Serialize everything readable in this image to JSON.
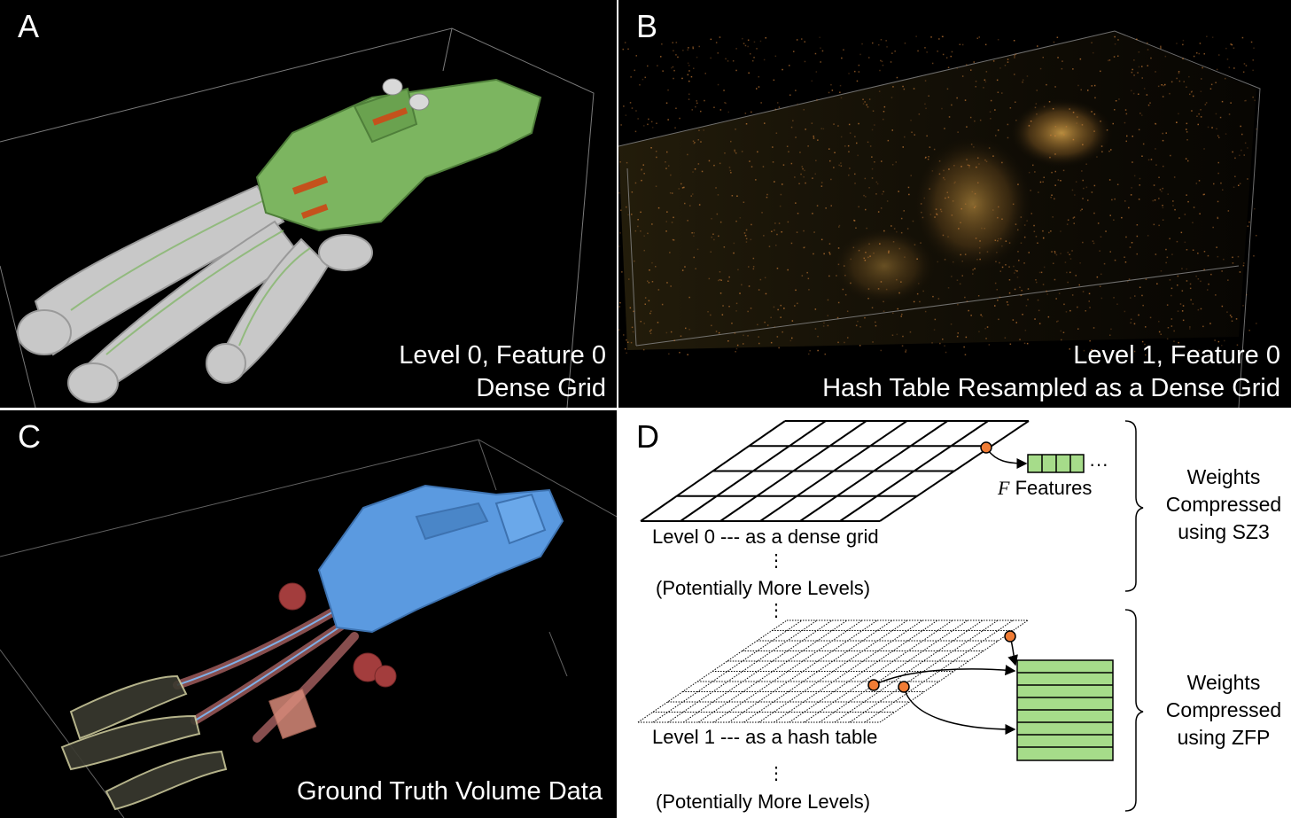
{
  "panels": {
    "a": {
      "letter": "A",
      "caption_line1": "Level 0, Feature 0",
      "caption_line2": "Dense Grid"
    },
    "b": {
      "letter": "B",
      "caption_line1": "Level 1, Feature 0",
      "caption_line2": "Hash Table Resampled as a Dense Grid"
    },
    "c": {
      "letter": "C",
      "caption_line1": "Ground Truth Volume Data"
    },
    "d": {
      "letter": "D",
      "features_symbol": "F",
      "features_label": "Features",
      "ellipsis": "···",
      "vdots": "⋮",
      "level0_label": "Level 0 --- as a dense grid",
      "more_levels_1": "(Potentially More Levels)",
      "level1_label": "Level 1 --- as a hash table",
      "more_levels_2": "(Potentially More Levels)",
      "group1": {
        "line1": "Weights",
        "line2": "Compressed",
        "line3": "using SZ3"
      },
      "group2": {
        "line1": "Weights",
        "line2": "Compressed",
        "line3": "using ZFP"
      }
    }
  },
  "colors": {
    "panel_bg": "#000000",
    "dense_grid_volume": "#7cb560",
    "hash_grid_volume": "#c9a040",
    "ground_truth_volume": "#5b9ae0",
    "feature_box": "#a6dc8a",
    "hash_point": "#f07c35"
  }
}
